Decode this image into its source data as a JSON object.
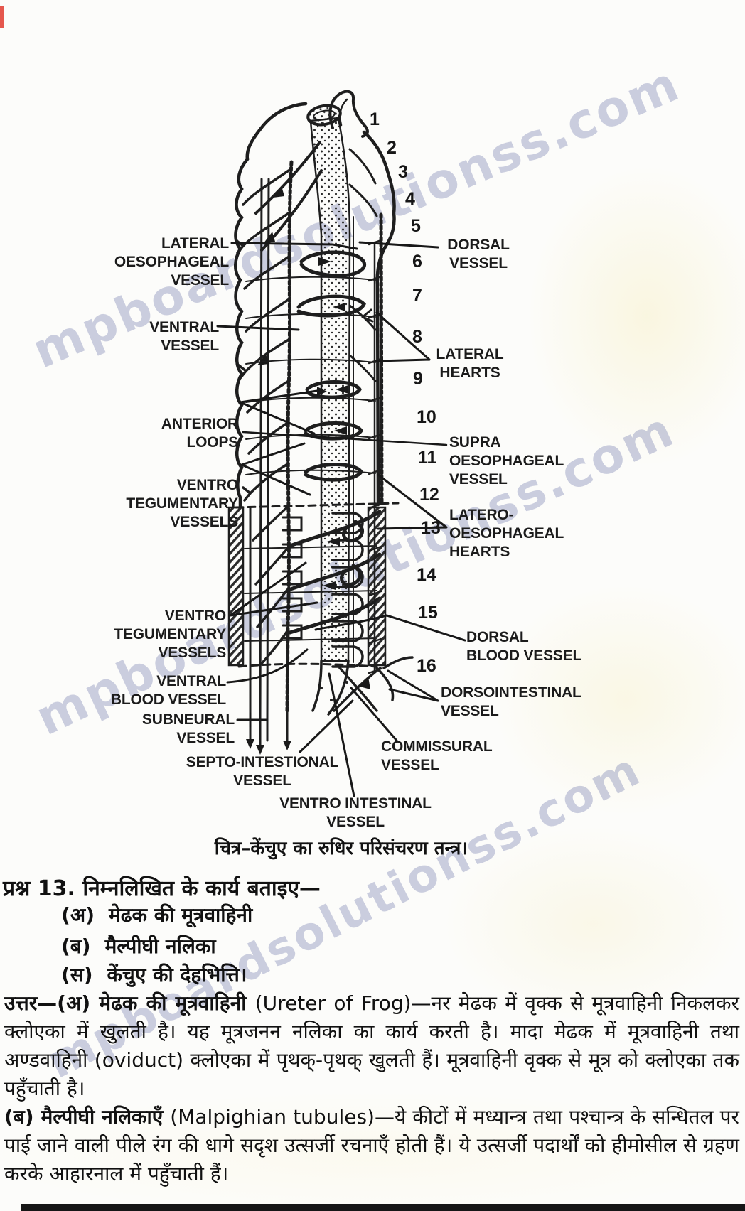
{
  "diagram": {
    "labels": {
      "lateral_oesophageal_vessel": "LATERAL\nOESOPHAGEAL\nVESSEL",
      "ventral_vessel": "VENTRAL\nVESSEL",
      "anterior_loops": "ANTERIOR\nLOOPS",
      "ventro_tegumentary_vessels_upper": "VENTRO\nTEGUMENTARY\nVESSELS",
      "ventro_tegumentary_vessels_lower": "VENTRO\nTEGUMENTARY\nVESSELS",
      "ventral_blood_vessel": "VENTRAL\nBLOOD VESSEL",
      "subneural_vessel": "SUBNEURAL\nVESSEL",
      "septo_intestional_vessel": "SEPTO-INTESTIONAL\nVESSEL",
      "ventro_intestinal_vessel": "VENTRO INTESTINAL\nVESSEL",
      "dorsal_vessel": "DORSAL\nVESSEL",
      "lateral_hearts": "LATERAL\nHEARTS",
      "supra_oesophageal_vessel": "SUPRA\nOESOPHAGEAL\nVESSEL",
      "latero_oesophageal_hearts": "LATERO-\nOESOPHAGEAL\nHEARTS",
      "dorsal_blood_vessel": "DORSAL\nBLOOD VESSEL",
      "dorsointestinal_vessel": "DORSOINTESTINAL\nVESSEL",
      "commissural_vessel": "COMMISSURAL\nVESSEL"
    },
    "segment_numbers": [
      "1",
      "2",
      "3",
      "4",
      "5",
      "6",
      "7",
      "8",
      "9",
      "10",
      "11",
      "12",
      "13",
      "14",
      "15",
      "16"
    ],
    "caption": "चित्र–केंचुए का रुधिर परिसंचरण तन्त्र।"
  },
  "question": {
    "heading": "प्रश्न 13. निम्नलिखित के कार्य बताइए—",
    "items": [
      {
        "marker": "(अ)",
        "text": "मेढक की मूत्रवाहिनी"
      },
      {
        "marker": "(ब)",
        "text": "मैल्पीघी नलिका"
      },
      {
        "marker": "(स)",
        "text": "केंचुए की देहभित्ति।"
      }
    ]
  },
  "answer": {
    "para_a_lead": "उत्तर—(अ) मेढक की मूत्रवाहिनी ",
    "para_a_rest": "(Ureter of Frog)—नर मेढक में वृक्क से मूत्रवाहिनी निकलकर क्लोएका में खुलती है। यह मूत्रजनन नलिका का कार्य करती है। मादा मेढक में मूत्रवाहिनी तथा अण्डवाहिनी (oviduct) क्लोएका में पृथक्-पृथक् खुलती हैं। मूत्रवाहिनी वृक्क से मूत्र को क्लोएका तक पहुँचाती है।",
    "para_b_lead": "(ब) मैल्पीघी नलिकाएँ ",
    "para_b_rest": "(Malpighian tubules)—ये कीटों में मध्यान्त्र तथा पश्चान्त्र के सन्धितल पर पाई जाने वाली पीले रंग की धागे सदृश उत्सर्जी रचनाएँ होती हैं। ये उत्सर्जी पदार्थों को हीमोसील से ग्रहण करके आहारनाल में पहुँचाती हैं।"
  },
  "watermark": {
    "text": "mpboardsolutionss.com",
    "color": "#808cb4"
  }
}
